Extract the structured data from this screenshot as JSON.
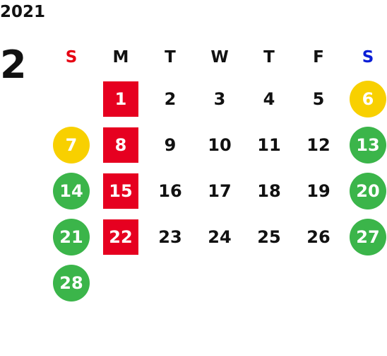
{
  "year": "2021",
  "month": "2",
  "colors": {
    "sunday_header": "#e60012",
    "saturday_header": "#0a1ed6",
    "red_marker": "#e60020",
    "green_marker": "#3bb54a",
    "yellow_marker": "#f8d000"
  },
  "weekdays": [
    "S",
    "M",
    "T",
    "W",
    "T",
    "F",
    "S"
  ],
  "weeks": [
    [
      "",
      "1",
      "2",
      "3",
      "4",
      "5",
      "6"
    ],
    [
      "7",
      "8",
      "9",
      "10",
      "11",
      "12",
      "13"
    ],
    [
      "14",
      "15",
      "16",
      "17",
      "18",
      "19",
      "20"
    ],
    [
      "21",
      "22",
      "23",
      "24",
      "25",
      "26",
      "27"
    ],
    [
      "28",
      "",
      "",
      "",
      "",
      "",
      ""
    ]
  ]
}
